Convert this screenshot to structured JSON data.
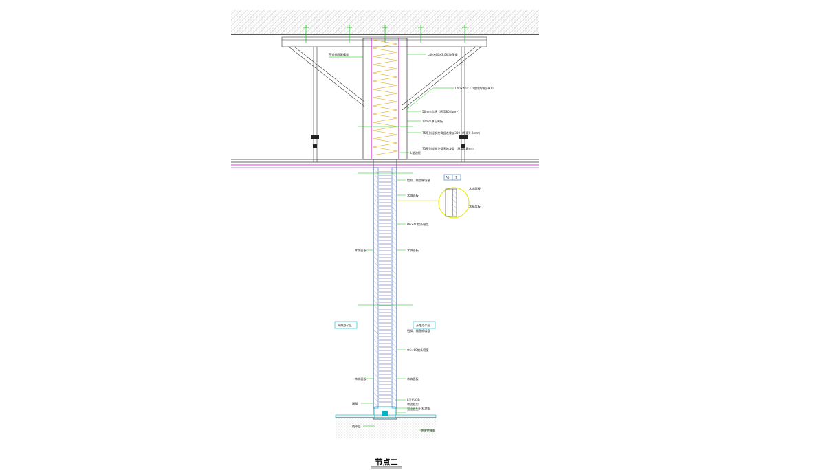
{
  "drawing": {
    "title": "节点二",
    "colors": {
      "leader": "#00c800",
      "structure": "#222222",
      "insulation": "#e0a000",
      "board": "#7f00ff",
      "detail": "#0050c8",
      "cyan": "#00b4c8",
      "magenta": "#d200d2",
      "yellow": "#e6e600"
    },
    "labels": {
      "l1": "不锈钢膨胀螺栓",
      "l2": "L40×40×3.0镀锌角钢",
      "l3": "L40×40×3.0镀锌角钢@900",
      "l4": "50mm岩棉（密度80Kg/m³）",
      "l5": "12mm厚石膏板",
      "l6": "75系列轻钢龙骨竖龙骨@300（厚度0.8mm）",
      "l7": "75系列轻钢龙骨天地龙骨（厚度0.8mm）",
      "l8": "L型边框",
      "l9": "铝扣、隔音棉填塞",
      "l10": "木饰面板",
      "l11": "木饰面板",
      "l12": "木基层板",
      "l13": "Φ6×60铝条密度",
      "l14": "木饰面板",
      "l15": "木饰面板",
      "l16": "铝扣、隔音棉填塞",
      "l17": "Φ6×60铝条密度",
      "l18": "木饰面板",
      "l19": "木饰面板",
      "l20": "L型铝扣条",
      "l21": "踢脚",
      "l22": "收边铝型",
      "l23": "双边铝型",
      "l24": "石材地面",
      "l25": "找平层",
      "l26": "地面完成面"
    },
    "tags": {
      "ref_no": "1",
      "room_left": "开敞办公区",
      "room_right": "开敞办公区",
      "ref_left": "A5"
    }
  }
}
